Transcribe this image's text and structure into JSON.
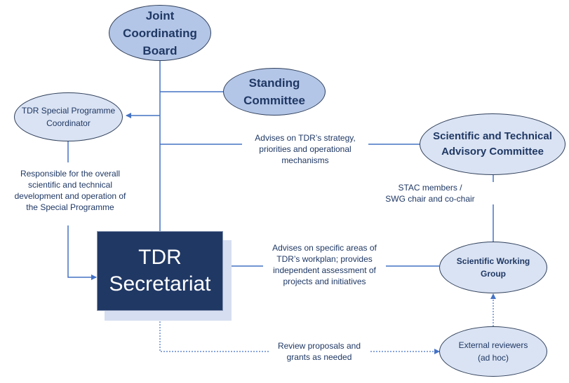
{
  "colors": {
    "primary_node_fill": "#b4c6e7",
    "secondary_node_fill": "#dae3f3",
    "secretariat_fill": "#203864",
    "secretariat_shadow": "#d6dff1",
    "connector": "#4472c4",
    "text": "#1f3864"
  },
  "nodes": {
    "jcb": "Joint Coordinating Board",
    "standing_committee": "Standing Committee",
    "spc": "TDR Special Programme Coordinator",
    "stac": "Scientific and Technical Advisory Committee",
    "secretariat": "TDR Secretariat",
    "swg": "Scientific Working Group",
    "external_reviewers": "External reviewers (ad hoc)"
  },
  "node_lines": {
    "jcb": [
      "Joint",
      "Coordinating",
      "Board"
    ],
    "standing_committee": [
      "Standing",
      "Committee"
    ],
    "spc": [
      "TDR Special Programme",
      "Coordinator"
    ],
    "stac": [
      "Scientific and Technical",
      "Advisory Committee"
    ],
    "secretariat": [
      "TDR",
      "Secretariat"
    ],
    "swg": [
      "Scientific Working",
      "Group"
    ],
    "external_reviewers": [
      "External reviewers",
      "(ad hoc)"
    ]
  },
  "edge_labels": {
    "spc_responsibility": [
      "Responsible for the overall",
      "scientific and technical",
      "development and operation of",
      "the Special Programme"
    ],
    "stac_advises": [
      "Advises on TDR’s strategy,",
      "priorities and operational",
      "mechanisms"
    ],
    "stac_swg": [
      "STAC members /",
      "SWG chair and co-chair"
    ],
    "swg_advises": [
      "Advises on specific areas of",
      "TDR’s workplan; provides",
      "independent assessment of",
      "projects and initiatives"
    ],
    "review": [
      "Review proposals and",
      "grants as needed"
    ]
  }
}
